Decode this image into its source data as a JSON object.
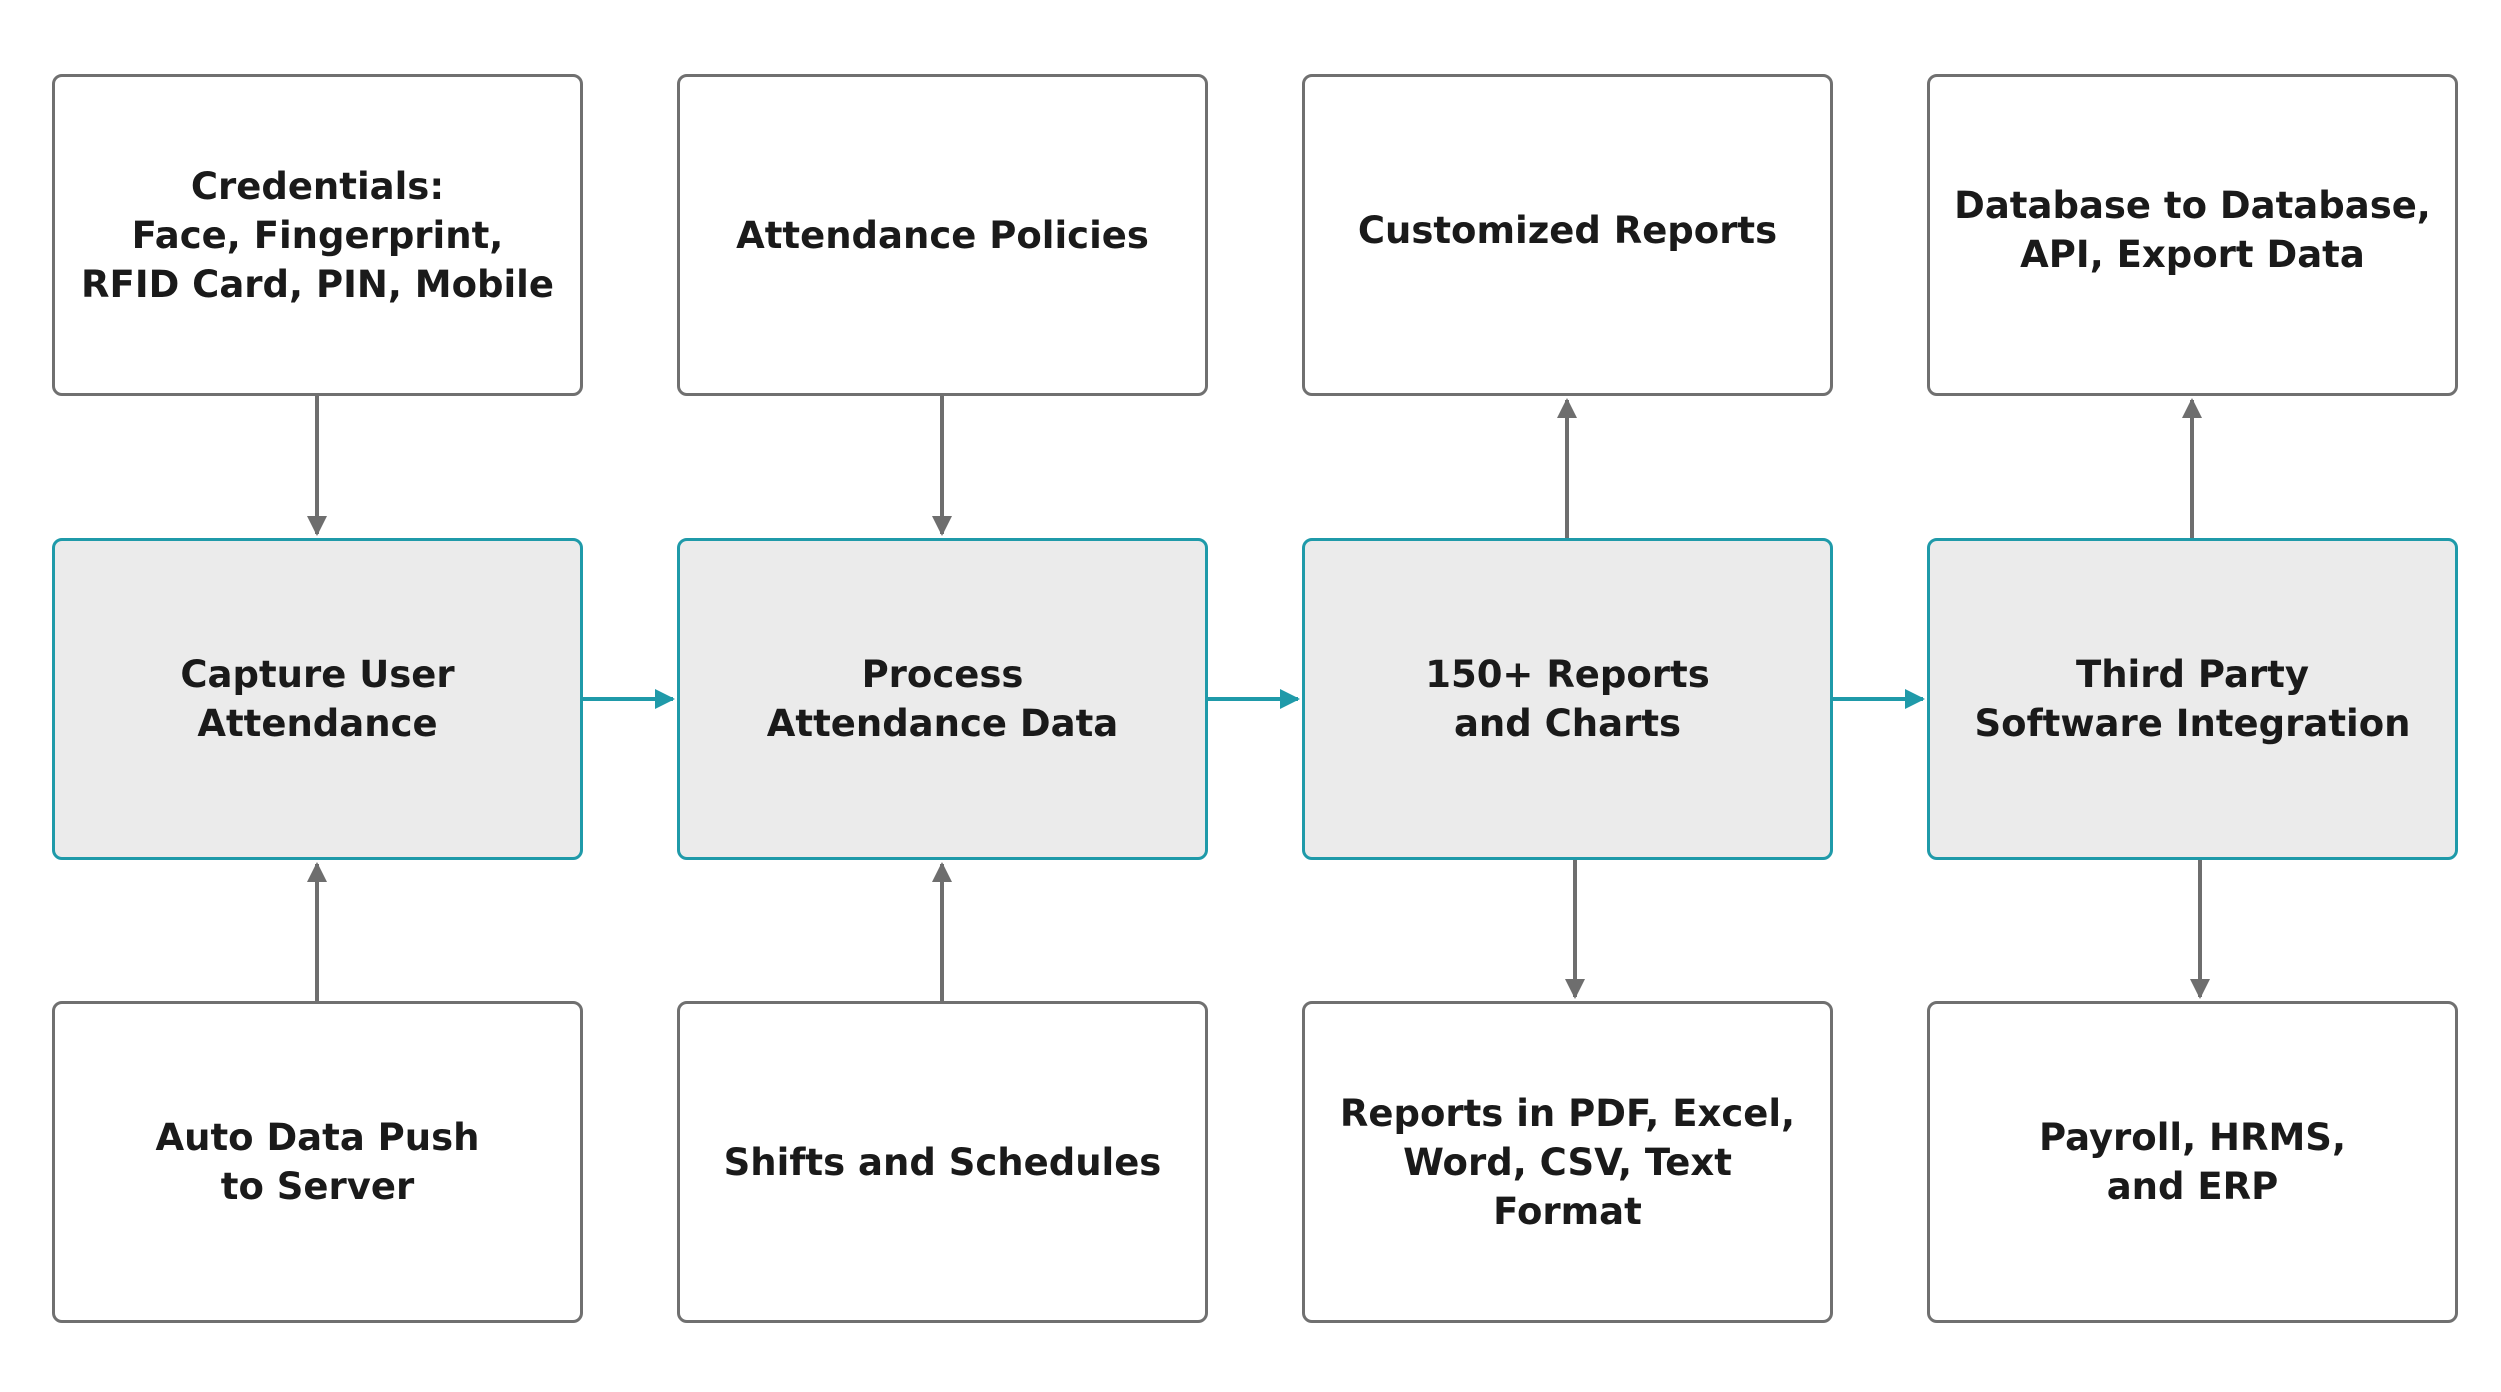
{
  "colors": {
    "main_border": "#1f9aa9",
    "main_fill": "#ebebeb",
    "side_border": "#707070",
    "flow_arrow": "#1f9aa9",
    "side_arrow": "#6e6e6e"
  },
  "diagram": {
    "top": {
      "credentials": "Credentials:\nFace, Fingerprint,\nRFID Card, PIN, Mobile",
      "policies": "Attendance Policies",
      "custom_reports": "Customized Reports",
      "db_export": "Database to Database,\nAPI, Export Data"
    },
    "main": {
      "capture": "Capture User\nAttendance",
      "process": "Process\nAttendance Data",
      "reports": "150+ Reports\nand Charts",
      "integration": "Third Party\nSoftware Integration"
    },
    "bottom": {
      "auto_push": "Auto Data Push\nto Server",
      "shifts": "Shifts and Schedules",
      "formats": "Reports in PDF, Excel,\nWord, CSV, Text Format",
      "payroll": "Payroll, HRMS,\nand ERP"
    }
  }
}
